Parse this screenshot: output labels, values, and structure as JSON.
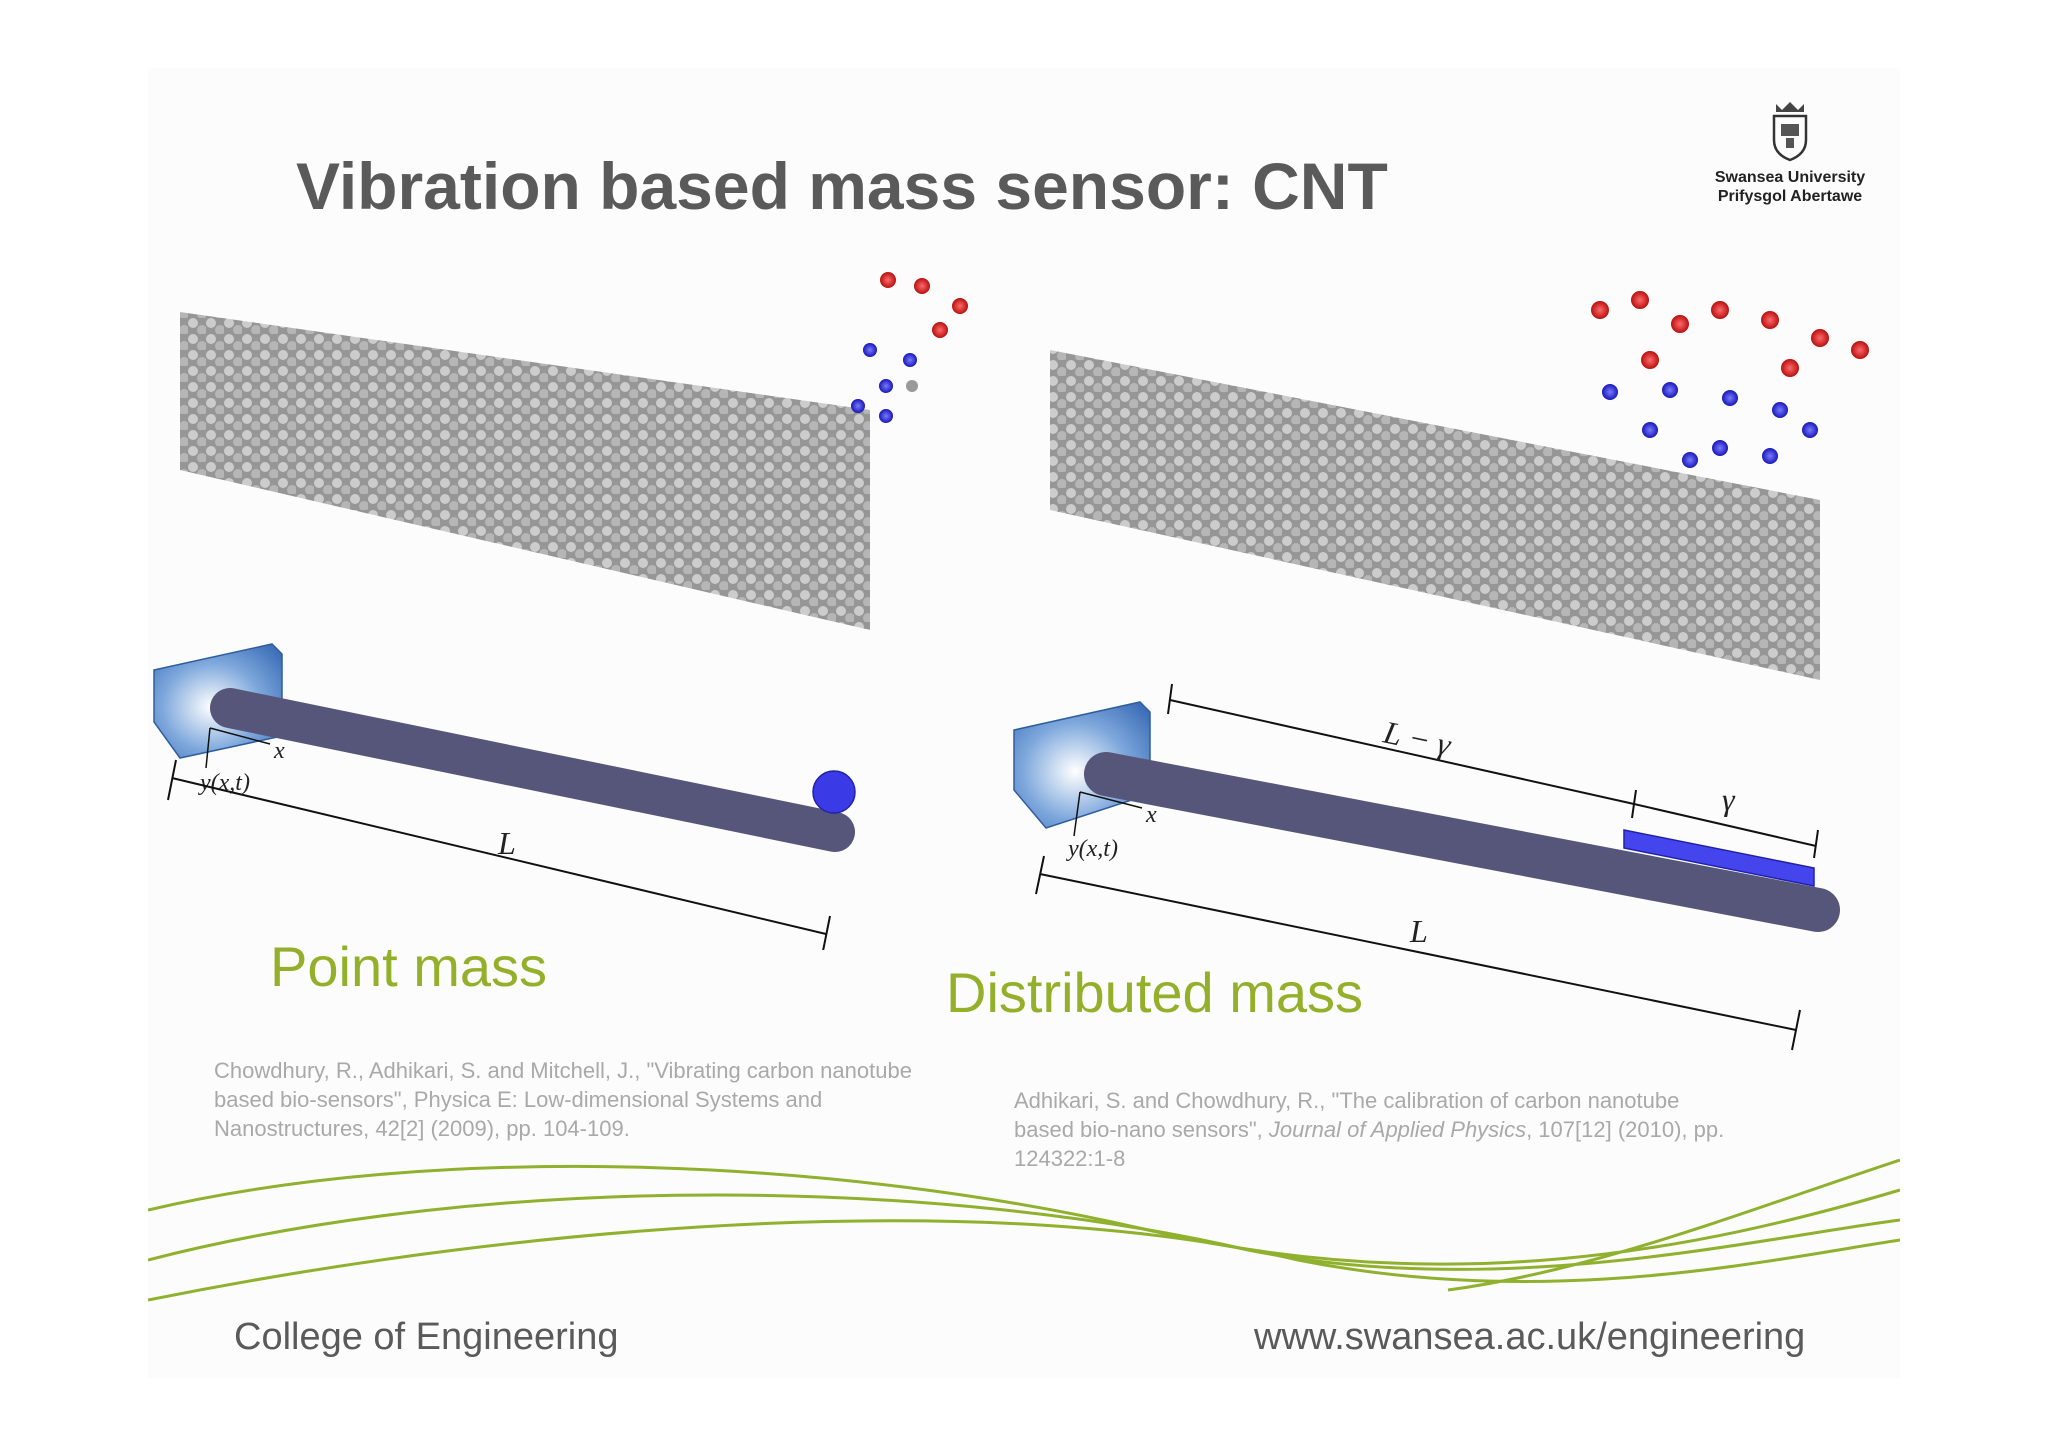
{
  "title": "Vibration based mass sensor: CNT",
  "logo": {
    "line1": "Swansea University",
    "line2": "Prifysgol Abertawe",
    "icon": "university-crest-icon"
  },
  "left": {
    "caption": "Point mass",
    "labels": {
      "x": "x",
      "y": "y(x,t)",
      "length": "L"
    },
    "reference": "Chowdhury, R., Adhikari, S. and Mitchell, J., \"Vibrating carbon nanotube based bio-sensors\", Physica E: Low-dimensional Systems and Nanostructures, 42[2] (2009), pp. 104-109."
  },
  "right": {
    "caption": "Distributed mass",
    "labels": {
      "x": "x",
      "y": "y(x,t)",
      "length": "L",
      "segment": "L − γ",
      "gamma": "γ"
    },
    "reference_pre": "Adhikari, S. and Chowdhury, R., \"The calibration of carbon nanotube based bio-nano sensors\", ",
    "reference_journal": "Journal of Applied Physics",
    "reference_post": ", 107[12] (2010), pp. 124322:1-8"
  },
  "footer": {
    "left": "College of Engineering",
    "right": "www.swansea.ac.uk/engineering"
  },
  "colors": {
    "accent_green": "#94b02a",
    "title_gray": "#5a5a5a",
    "beam": "#56567a",
    "mass_blue": "#3a3ae6"
  }
}
